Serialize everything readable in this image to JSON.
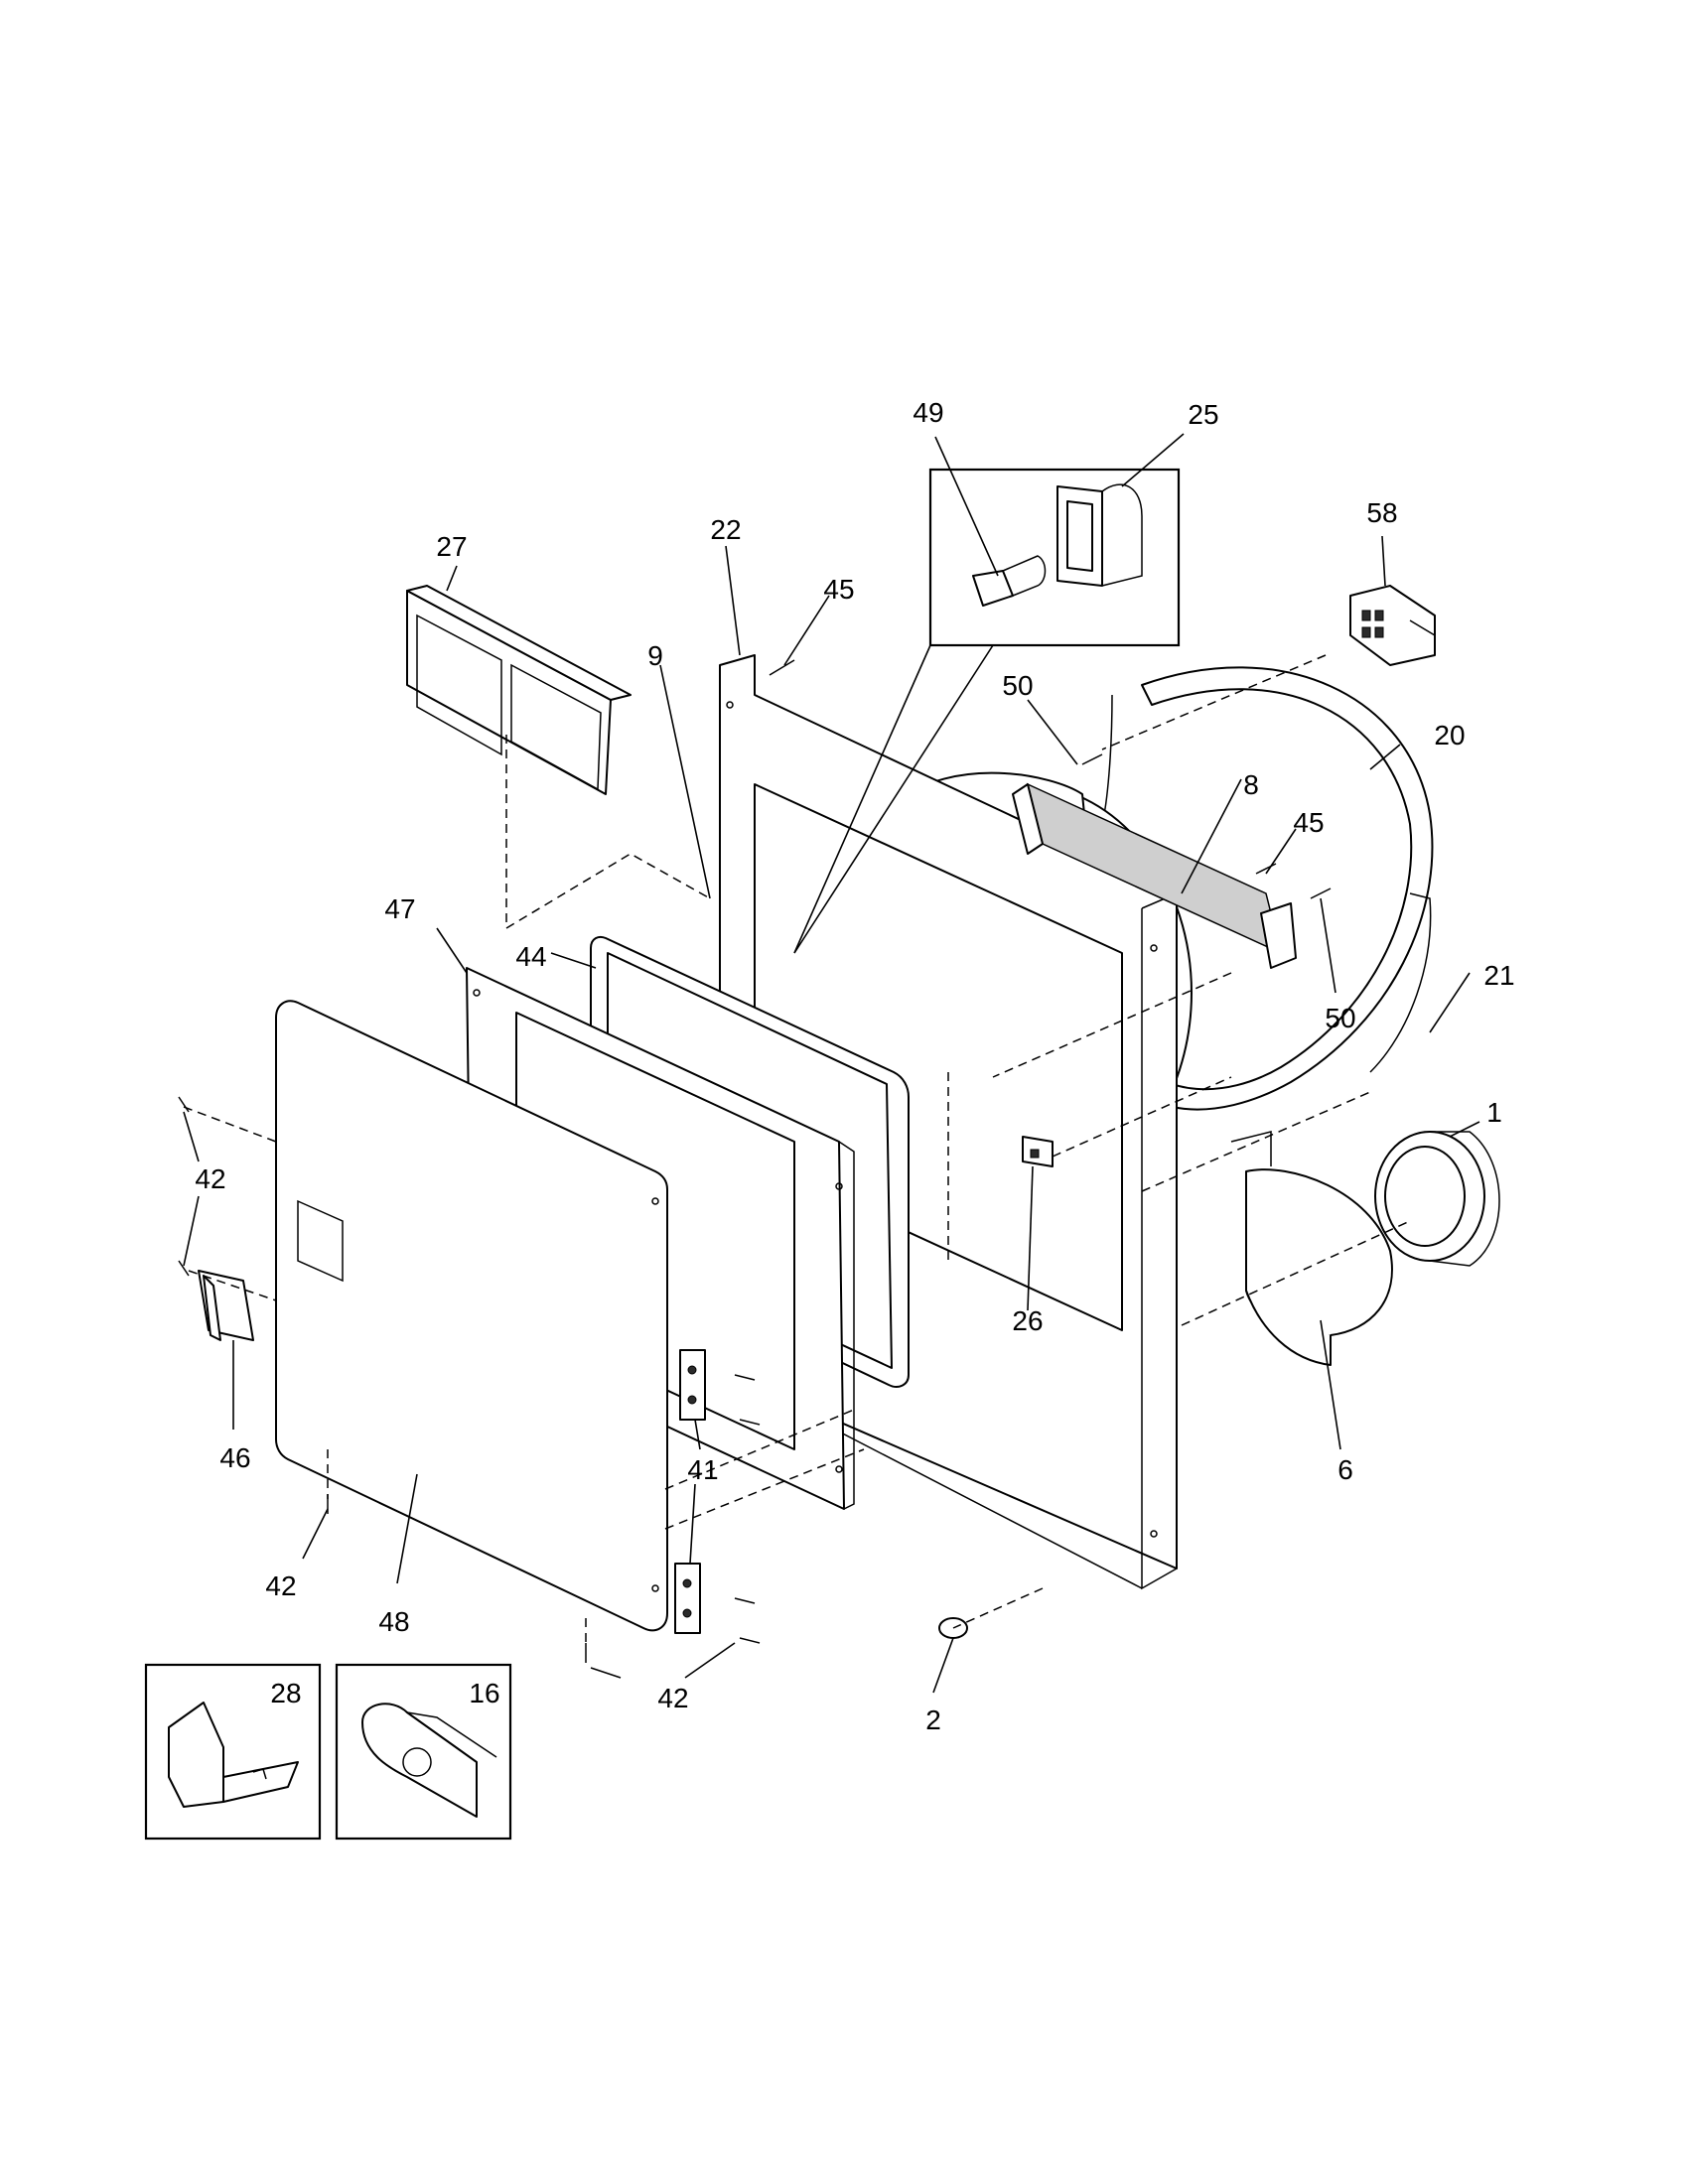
{
  "labels": {
    "p1": "1",
    "p2": "2",
    "p6": "6",
    "p8": "8",
    "p9": "9",
    "p16": "16",
    "p20": "20",
    "p21": "21",
    "p22": "22",
    "p25": "25",
    "p26": "26",
    "p27": "27",
    "p28": "28",
    "p41": "41",
    "p42a": "42",
    "p42b": "42",
    "p42c": "42",
    "p44": "44",
    "p45a": "45",
    "p45b": "45",
    "p46": "46",
    "p47": "47",
    "p48": "48",
    "p49": "49",
    "p50a": "50",
    "p50b": "50",
    "p58": "58"
  }
}
